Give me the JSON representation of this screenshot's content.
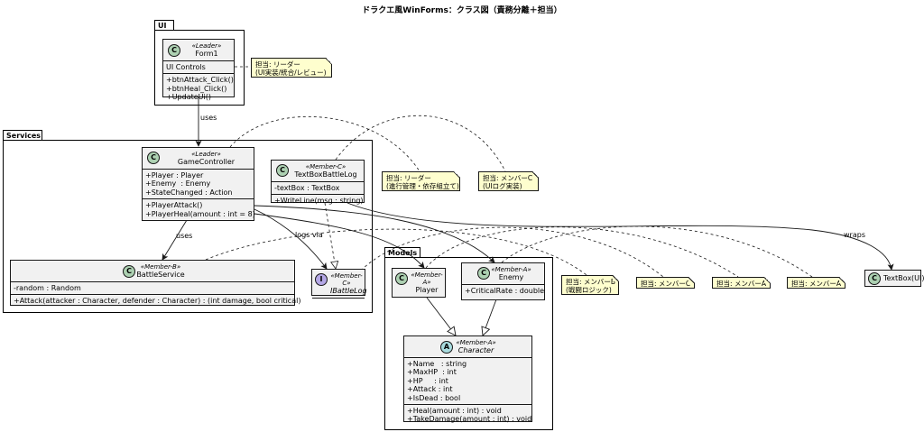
{
  "title": "ドラクエ風WinForms：クラス図（責務分離＋担当）",
  "packages": {
    "ui": "UI",
    "services": "Services",
    "models": "Models"
  },
  "classes": {
    "form1": {
      "stereotype": "«Leader»",
      "name": "Form1",
      "kind": "C",
      "sections": [
        [
          "UI Controls"
        ],
        [
          "+btnAttack_Click()",
          "+btnHeal_Click()",
          "+UpdateUi()"
        ]
      ]
    },
    "gamecontroller": {
      "stereotype": "«Leader»",
      "name": "GameController",
      "kind": "C",
      "sections": [
        [
          "+Player : Player",
          "+Enemy  : Enemy",
          "+StateChanged : Action"
        ],
        [
          "+PlayerAttack()",
          "+PlayerHeal(amount : int = 8)"
        ]
      ]
    },
    "textboxbattlelog": {
      "stereotype": "«Member-C»",
      "name": "TextBoxBattleLog",
      "kind": "C",
      "sections": [
        [
          "-textBox : TextBox"
        ],
        [
          "+WriteLine(msg : string)"
        ]
      ]
    },
    "battleservice": {
      "stereotype": "«Member-B»",
      "name": "BattleService",
      "kind": "C",
      "sections": [
        [
          "-random : Random"
        ],
        [
          "+Attack(attacker : Character, defender : Character) : (int damage, bool critical)"
        ]
      ]
    },
    "ibattlelog": {
      "stereotype": "«Member-C»",
      "name": "IBattleLog",
      "kind": "I",
      "sections": [
        []
      ]
    },
    "player": {
      "stereotype": "«Member-A»",
      "name": "Player",
      "kind": "C",
      "sections": [
        []
      ]
    },
    "enemy": {
      "stereotype": "«Member-A»",
      "name": "Enemy",
      "kind": "C",
      "sections": [
        [
          "+CriticalRate : double"
        ]
      ]
    },
    "character": {
      "stereotype": "«Member-A»",
      "name": "Character",
      "kind": "A",
      "sections": [
        [
          "+Name   : string",
          "+MaxHP  : int",
          "+HP     : int",
          "+Attack : int",
          "+IsDead : bool"
        ],
        [
          "+Heal(amount : int) : void",
          "+TakeDamage(amount : int) : void"
        ]
      ]
    },
    "textboxui": {
      "stereotype": "",
      "name": "TextBox(UI)",
      "kind": "C",
      "sections": []
    }
  },
  "notes": {
    "n_form1": "担当: リーダー\n(UI実装/統合/レビュー)",
    "n_gc": "担当: リーダー\n(進行管理・依存組立て)",
    "n_tbl": "担当: メンバーC\n(UIログ実装)",
    "n_bs": "担当: メンバーB\n(戦闘ロジック)",
    "n_ib": "担当: メンバーC",
    "n_pl": "担当: メンバーA",
    "n_en": "担当: メンバーA"
  },
  "edge_labels": {
    "uses1": "uses",
    "uses2": "uses",
    "logsvia": "logs via",
    "wraps": "wraps"
  },
  "colors": {
    "class_fill": "#f1f1f1",
    "note_fill": "#fefece",
    "circle_class": "#add1b2",
    "circle_interface": "#b4a7e5",
    "circle_abstract": "#a9dcdf"
  }
}
